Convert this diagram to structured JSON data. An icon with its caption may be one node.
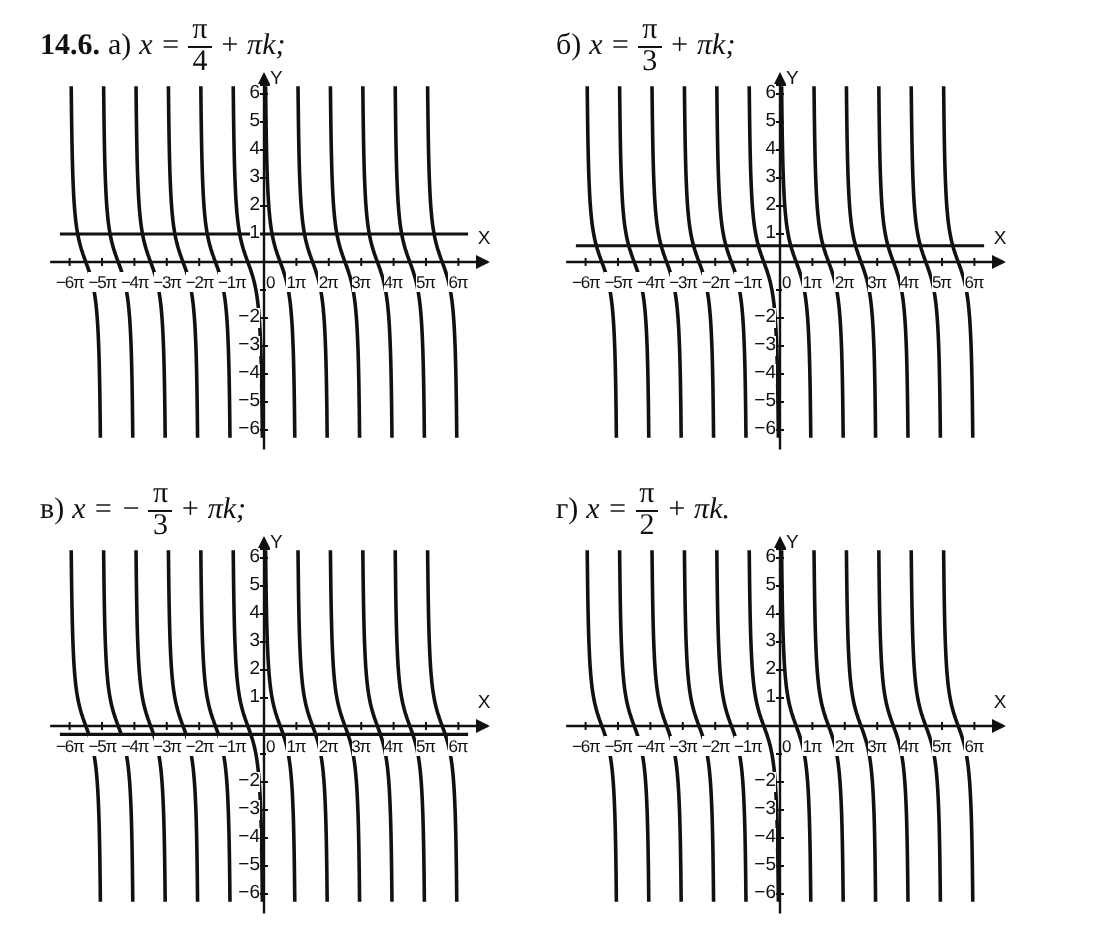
{
  "diagram": {
    "labels": [
      "14.6.",
      "а)",
      "x =",
      "π",
      "4",
      "+ πk;",
      "6",
      "5",
      "4",
      "3",
      "2",
      "1",
      "Y",
      "X",
      "−6π",
      "−5π",
      "−4π",
      "−3π",
      "−2π",
      "−1π",
      "0",
      "1π",
      "2π",
      "3π",
      "4π",
      "5π",
      "6π",
      "−2",
      "−3",
      "−4",
      "−5",
      "−6",
      "б)",
      "x =",
      "π",
      "3",
      "+ πk;",
      "6",
      "5",
      "4",
      "3",
      "2",
      "1",
      "Y",
      "X",
      "−6π",
      "−5π",
      "−4π",
      "−3π",
      "−2π",
      "−1π",
      "0",
      "1π",
      "2π",
      "3π",
      "4π",
      "5π",
      "6π",
      "−2",
      "−3",
      "−4",
      "−5",
      "−6",
      "в)",
      "x = −",
      "π",
      "3",
      "+ πk;",
      "6",
      "5",
      "4",
      "3",
      "2",
      "1",
      "Y",
      "X",
      "−6π",
      "−5π",
      "−4π",
      "−3π",
      "−2π",
      "−1π",
      "0",
      "1π",
      "2π",
      "3π",
      "4π",
      "5π",
      "6π",
      "−2",
      "−3",
      "−4",
      "−5",
      "−6",
      "г)",
      "x =",
      "π",
      "2",
      "+ πk.",
      "6",
      "5",
      "4",
      "3",
      "2",
      "1",
      "Y",
      "X",
      "−6π",
      "−5π",
      "−4π",
      "−3π",
      "−2π",
      "−1π",
      "0",
      "1π",
      "2π",
      "3π",
      "4π",
      "5π",
      "6π",
      "−2",
      "−3",
      "−4",
      "−5",
      "−6"
    ]
  }
}
